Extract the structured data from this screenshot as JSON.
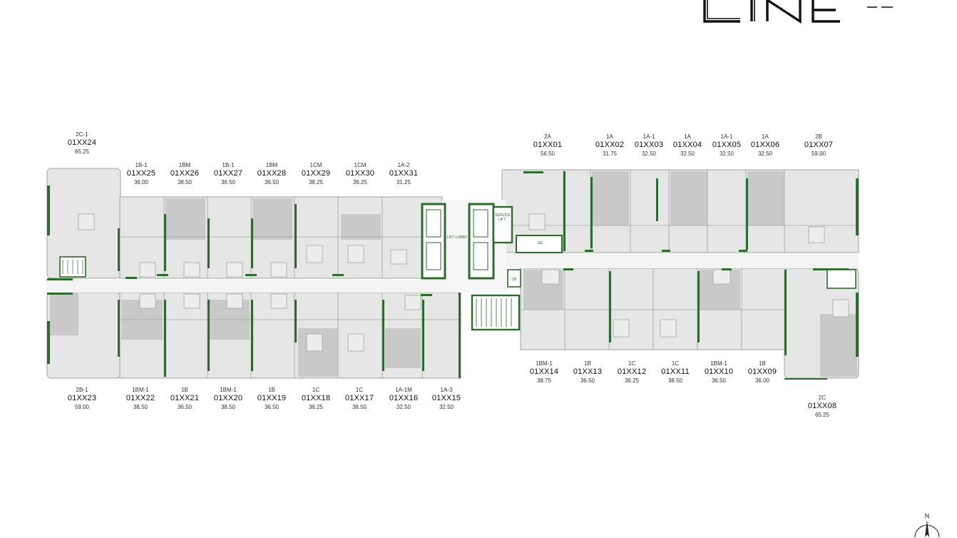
{
  "logo": {
    "text": "LINE"
  },
  "colors": {
    "wall": "#2e6b2e",
    "unit_fill": "#e6e6e6",
    "unit_dark": "#c9c9c9",
    "line": "#9aa89a"
  },
  "plan": {
    "tags": {
      "lift_lobby": "LIFT LOBBY",
      "service_lift": "SERVICE LIFT",
      "ee": "EE",
      "cb": "CB"
    }
  },
  "units_top_left": [
    {
      "type": "2C-1",
      "code": "01XX24",
      "area": "65.25"
    },
    {
      "type": "1B-1",
      "code": "01XX25",
      "area": "36.00"
    },
    {
      "type": "1BM",
      "code": "01XX26",
      "area": "38.50"
    },
    {
      "type": "1B-1",
      "code": "01XX27",
      "area": "36.50"
    },
    {
      "type": "1BM",
      "code": "01XX28",
      "area": "36.50"
    },
    {
      "type": "1CM",
      "code": "01XX29",
      "area": "38.25"
    },
    {
      "type": "1CM",
      "code": "01XX30",
      "area": "36.25"
    },
    {
      "type": "1A-2",
      "code": "01XX31",
      "area": "31.25"
    }
  ],
  "units_top_right": [
    {
      "type": "2A",
      "code": "01XX01",
      "area": "56.50"
    },
    {
      "type": "1A",
      "code": "01XX02",
      "area": "31.75"
    },
    {
      "type": "1A-1",
      "code": "01XX03",
      "area": "32.50"
    },
    {
      "type": "1A",
      "code": "01XX04",
      "area": "32.50"
    },
    {
      "type": "1A-1",
      "code": "01XX05",
      "area": "32.50"
    },
    {
      "type": "1A",
      "code": "01XX06",
      "area": "32.50"
    },
    {
      "type": "2B",
      "code": "01XX07",
      "area": "59.00"
    }
  ],
  "units_bottom_left": [
    {
      "type": "2B-1",
      "code": "01XX23",
      "area": "59.00"
    },
    {
      "type": "1BM-1",
      "code": "01XX22",
      "area": "38.50"
    },
    {
      "type": "1B",
      "code": "01XX21",
      "area": "36.50"
    },
    {
      "type": "1BM-1",
      "code": "01XX20",
      "area": "38.50"
    },
    {
      "type": "1B",
      "code": "01XX19",
      "area": "36.50"
    },
    {
      "type": "1C",
      "code": "01XX18",
      "area": "36.25"
    },
    {
      "type": "1C",
      "code": "01XX17",
      "area": "38.50"
    },
    {
      "type": "1A-1M",
      "code": "01XX16",
      "area": "32.50"
    },
    {
      "type": "1A-3",
      "code": "01XX15",
      "area": "32.50"
    }
  ],
  "units_bottom_right": [
    {
      "type": "1BM-1",
      "code": "01XX14",
      "area": "38.75"
    },
    {
      "type": "1B",
      "code": "01XX13",
      "area": "36.50"
    },
    {
      "type": "1C",
      "code": "01XX12",
      "area": "36.25"
    },
    {
      "type": "1C",
      "code": "01XX11",
      "area": "38.50"
    },
    {
      "type": "1BM-1",
      "code": "01XX10",
      "area": "36.50"
    },
    {
      "type": "1B",
      "code": "01XX09",
      "area": "36.00"
    },
    {
      "type": "2C",
      "code": "01XX08",
      "area": "65.25"
    }
  ],
  "compass": {
    "north": "N",
    "icon": "north-arrow-icon"
  }
}
